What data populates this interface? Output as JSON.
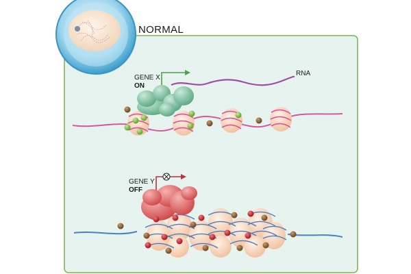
{
  "title": "NORMAL",
  "active_gene": {
    "name": "GENE X",
    "state": "ON",
    "product": "RNA"
  },
  "silenced_gene": {
    "name": "GENE Y",
    "state": "OFF"
  },
  "colors": {
    "panel_fill": "#e6f3ef",
    "panel_border": "#7cb34a",
    "cell_outer": "#4ab0d6",
    "nucleus": "#f6e3cf",
    "active_dna": "#d9559f",
    "silenced_dna": "#4a7fc4",
    "rna": "#a04ea3",
    "nucleosome": "#f6cdb0",
    "active_complex": "#7fbfa0",
    "repressor_complex": "#e06a6a",
    "acetyl_mark": "#7bbf3f",
    "methyl_mark": "#c81e2e",
    "dna_methyl_mark": "#8a5a2e"
  },
  "icons": [
    "cell-nucleus-icon",
    "transcription-arrow-icon",
    "blocked-arrow-icon"
  ]
}
